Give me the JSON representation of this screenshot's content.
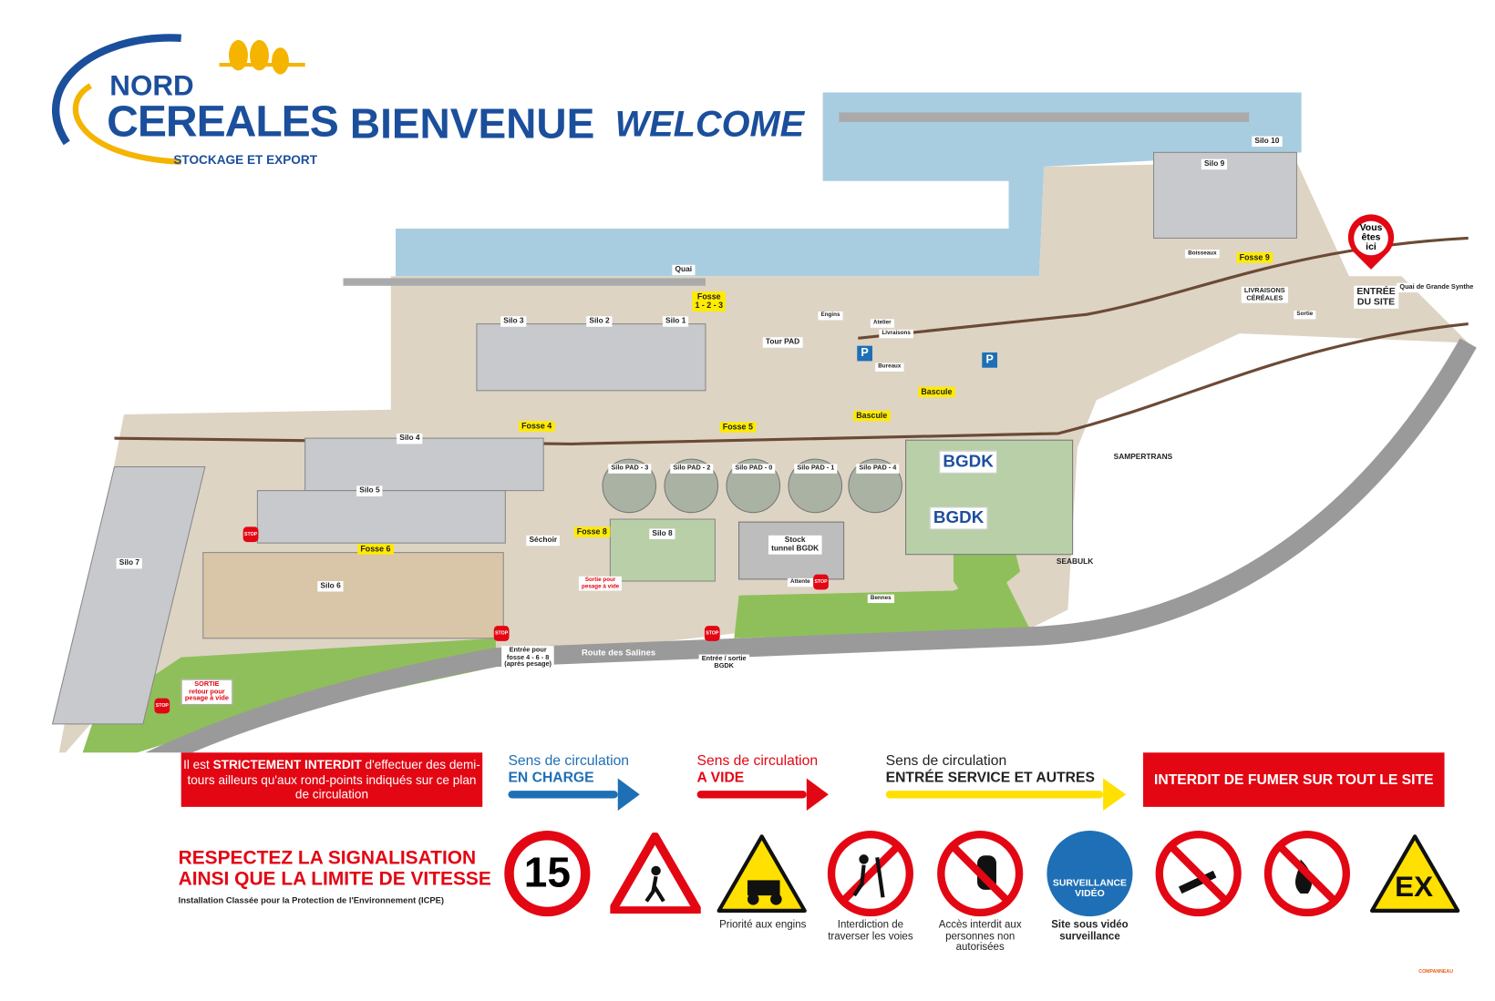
{
  "brand": {
    "name_top": "NORD",
    "name_main": "CEREALES",
    "tagline": "STOCKAGE ET EXPORT",
    "welcome_fr": "BIENVENUE",
    "welcome_en": "WELCOME",
    "colors": {
      "blue": "#1b4f9c",
      "yellow": "#f4b400",
      "red": "#e30613"
    }
  },
  "map": {
    "labels": {
      "quai": "Quai",
      "fosse123": "Fosse\n1 - 2 - 3",
      "silo3": "Silo 3",
      "silo2": "Silo 2",
      "silo1": "Silo 1",
      "tour_pad": "Tour PAD",
      "engins": "Engins",
      "atelier": "Atelier",
      "livraisons": "Livraisons",
      "bureaux": "Bureaux",
      "bascule1": "Bascule",
      "bascule2": "Bascule",
      "fosse4": "Fosse 4",
      "fosse5": "Fosse 5",
      "silo4": "Silo 4",
      "silo5": "Silo 5",
      "silo6": "Silo 6",
      "silo7": "Silo 7",
      "fosse6": "Fosse 6",
      "fosse8": "Fosse 8",
      "silo8": "Silo 8",
      "sechoir": "Séchoir",
      "sortie_pesage": "Sortie pour\npesage à vide",
      "pad3": "Silo PAD - 3",
      "pad2": "Silo PAD - 2",
      "pad0": "Silo PAD - 0",
      "pad1": "Silo PAD - 1",
      "pad4": "Silo PAD - 4",
      "stock_tunnel": "Stock\ntunnel BGDK",
      "attente": "Attente",
      "bennes": "Bennes",
      "bgdk1": "BGDK",
      "bgdk2": "BGDK",
      "sampertrans": "SAMPERTRANS",
      "seabulk": "SEABULK",
      "silo9": "Silo 9",
      "silo10": "Silo 10",
      "boisseaux": "Boisseaux",
      "fosse9": "Fosse 9",
      "livraisons_cereales": "LIVRAISONS\nCÉRÉALES",
      "sortie": "Sortie",
      "vous_etes_ici": "Vous\nêtes\nici",
      "entree_site": "ENTRÉE\nDU SITE",
      "quai_grande_synthe": "Quai de Grande Synthe",
      "route_salines": "Route des Salines",
      "route_salines2": "Route des Salines",
      "entree_fosse": "Entrée pour\nfosse 4 - 6 - 8\n(après pesage)",
      "entree_sortie_bgdk": "Entrée / sortie\nBGDK",
      "sortie_retour": "SORTIE\nretour pour\npesage à vide",
      "parking": "P",
      "stop": "STOP"
    }
  },
  "notices": {
    "uturn": {
      "pre": "Il est ",
      "strong": "STRICTEMENT INTERDIT",
      "post": " d'effectuer des demi-tours ailleurs qu'aux rond-points indiqués sur ce plan de circulation"
    },
    "flows": [
      {
        "title": "Sens de circulation",
        "mode": "EN CHARGE",
        "color": "#1e6fb5"
      },
      {
        "title": "Sens de circulation",
        "mode": "A VIDE",
        "color": "#e30613"
      },
      {
        "title": "Sens de circulation",
        "mode": "ENTRÉE SERVICE ET AUTRES",
        "color": "#ffe000"
      }
    ],
    "no_smoking": "INTERDIT DE FUMER SUR TOUT LE SITE",
    "respect_line1": "RESPECTEZ LA SIGNALISATION",
    "respect_line2": "AINSI QUE LA LIMITE DE VITESSE",
    "icpe": "Installation Classée pour la Protection de l'Environnement (ICPE)"
  },
  "signs": [
    {
      "icon": "speed-limit-15",
      "text": "15",
      "caption": ""
    },
    {
      "icon": "pedestrian-crossing",
      "caption": ""
    },
    {
      "icon": "vehicle-priority",
      "caption": "Priorité aux engins"
    },
    {
      "icon": "no-crossing-tracks",
      "caption": "Interdiction de traverser les voies"
    },
    {
      "icon": "no-unauthorized",
      "caption": "Accès interdit aux personnes non autorisées"
    },
    {
      "icon": "video-surveillance",
      "text": "SURVEILLANCE VIDÉO",
      "caption": "Site sous vidéo surveillance"
    },
    {
      "icon": "no-smoking",
      "caption": ""
    },
    {
      "icon": "no-open-flame",
      "caption": ""
    },
    {
      "icon": "explosive-atmosphere",
      "text": "EX",
      "caption": ""
    }
  ],
  "credit": "COMPANNEAU"
}
